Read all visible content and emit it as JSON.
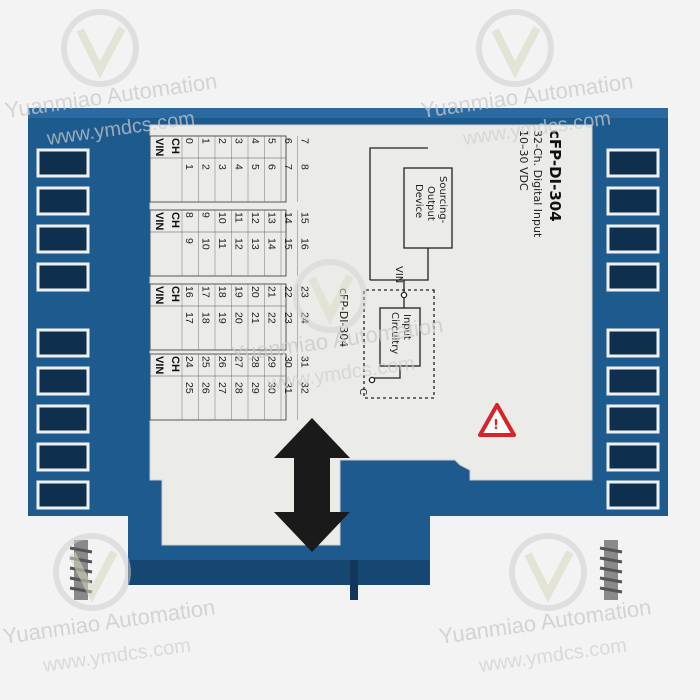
{
  "device": {
    "model": "cFP-DI-304",
    "description": "32-Ch. Digital Input",
    "voltage": "10–30 VDC",
    "side_model": "cFP-DI-304"
  },
  "schematic": {
    "source_label": [
      "Sourcing-",
      "Output",
      "Device"
    ],
    "vin_label": "VIN",
    "circuit_label": [
      "Input",
      "Circuitry"
    ],
    "c_label": "C"
  },
  "table": {
    "col_ch": "CH",
    "col_vin": "VIN",
    "groups": [
      [
        [
          0,
          1
        ],
        [
          1,
          2
        ],
        [
          2,
          3
        ],
        [
          3,
          4
        ],
        [
          4,
          5
        ],
        [
          5,
          6
        ],
        [
          6,
          7
        ],
        [
          7,
          8
        ]
      ],
      [
        [
          8,
          9
        ],
        [
          9,
          10
        ],
        [
          10,
          11
        ],
        [
          11,
          12
        ],
        [
          12,
          13
        ],
        [
          13,
          14
        ],
        [
          14,
          15
        ],
        [
          15,
          16
        ]
      ],
      [
        [
          16,
          17
        ],
        [
          17,
          18
        ],
        [
          18,
          19
        ],
        [
          19,
          20
        ],
        [
          20,
          21
        ],
        [
          21,
          22
        ],
        [
          22,
          23
        ],
        [
          23,
          24
        ]
      ],
      [
        [
          24,
          25
        ],
        [
          25,
          26
        ],
        [
          26,
          27
        ],
        [
          27,
          28
        ],
        [
          28,
          29
        ],
        [
          29,
          30
        ],
        [
          30,
          31
        ],
        [
          31,
          32
        ]
      ]
    ]
  },
  "watermark": {
    "brand": "Yuanmiao Automation",
    "site": "www.ymdcs.com"
  },
  "colors": {
    "housing": "#1d5a8e",
    "housing_dark": "#164672",
    "label": "#ececea",
    "warning": "#d8232a"
  }
}
